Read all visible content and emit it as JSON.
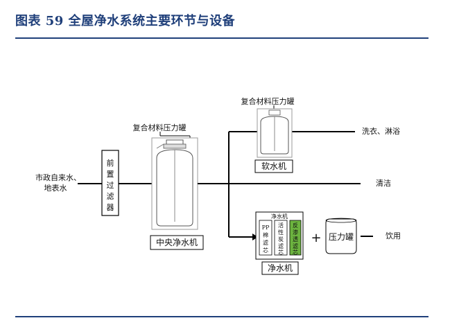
{
  "figure": {
    "title": "图表 59  全屋净水系统主要环节与设备"
  },
  "diagram": {
    "source_line1": "市政自来水、",
    "source_line2": "地表水",
    "prefilter": [
      "前",
      "置",
      "过",
      "滤",
      "器"
    ],
    "central_tank_label": "复合材料压力罐",
    "central_unit": "中央净水机",
    "softener_tank_label": "复合材料压力罐",
    "softener_unit": "软水机",
    "output_laundry": "洗衣、淋浴",
    "output_clean": "清洁",
    "purifier_inner_title": "净水机",
    "pp_filter": [
      "PP",
      "棉",
      "滤",
      "芯"
    ],
    "carbon_filter": [
      "活",
      "性",
      "炭",
      "滤",
      "芯"
    ],
    "ro_filter": [
      "反",
      "渗",
      "透",
      "滤",
      "芯"
    ],
    "purifier_unit": "净水机",
    "plus": "+",
    "pressure_tank": "压力罐",
    "output_drink": "饮用",
    "colors": {
      "title": "#1f3f7a",
      "ro_fill": "#6cb33f"
    }
  }
}
